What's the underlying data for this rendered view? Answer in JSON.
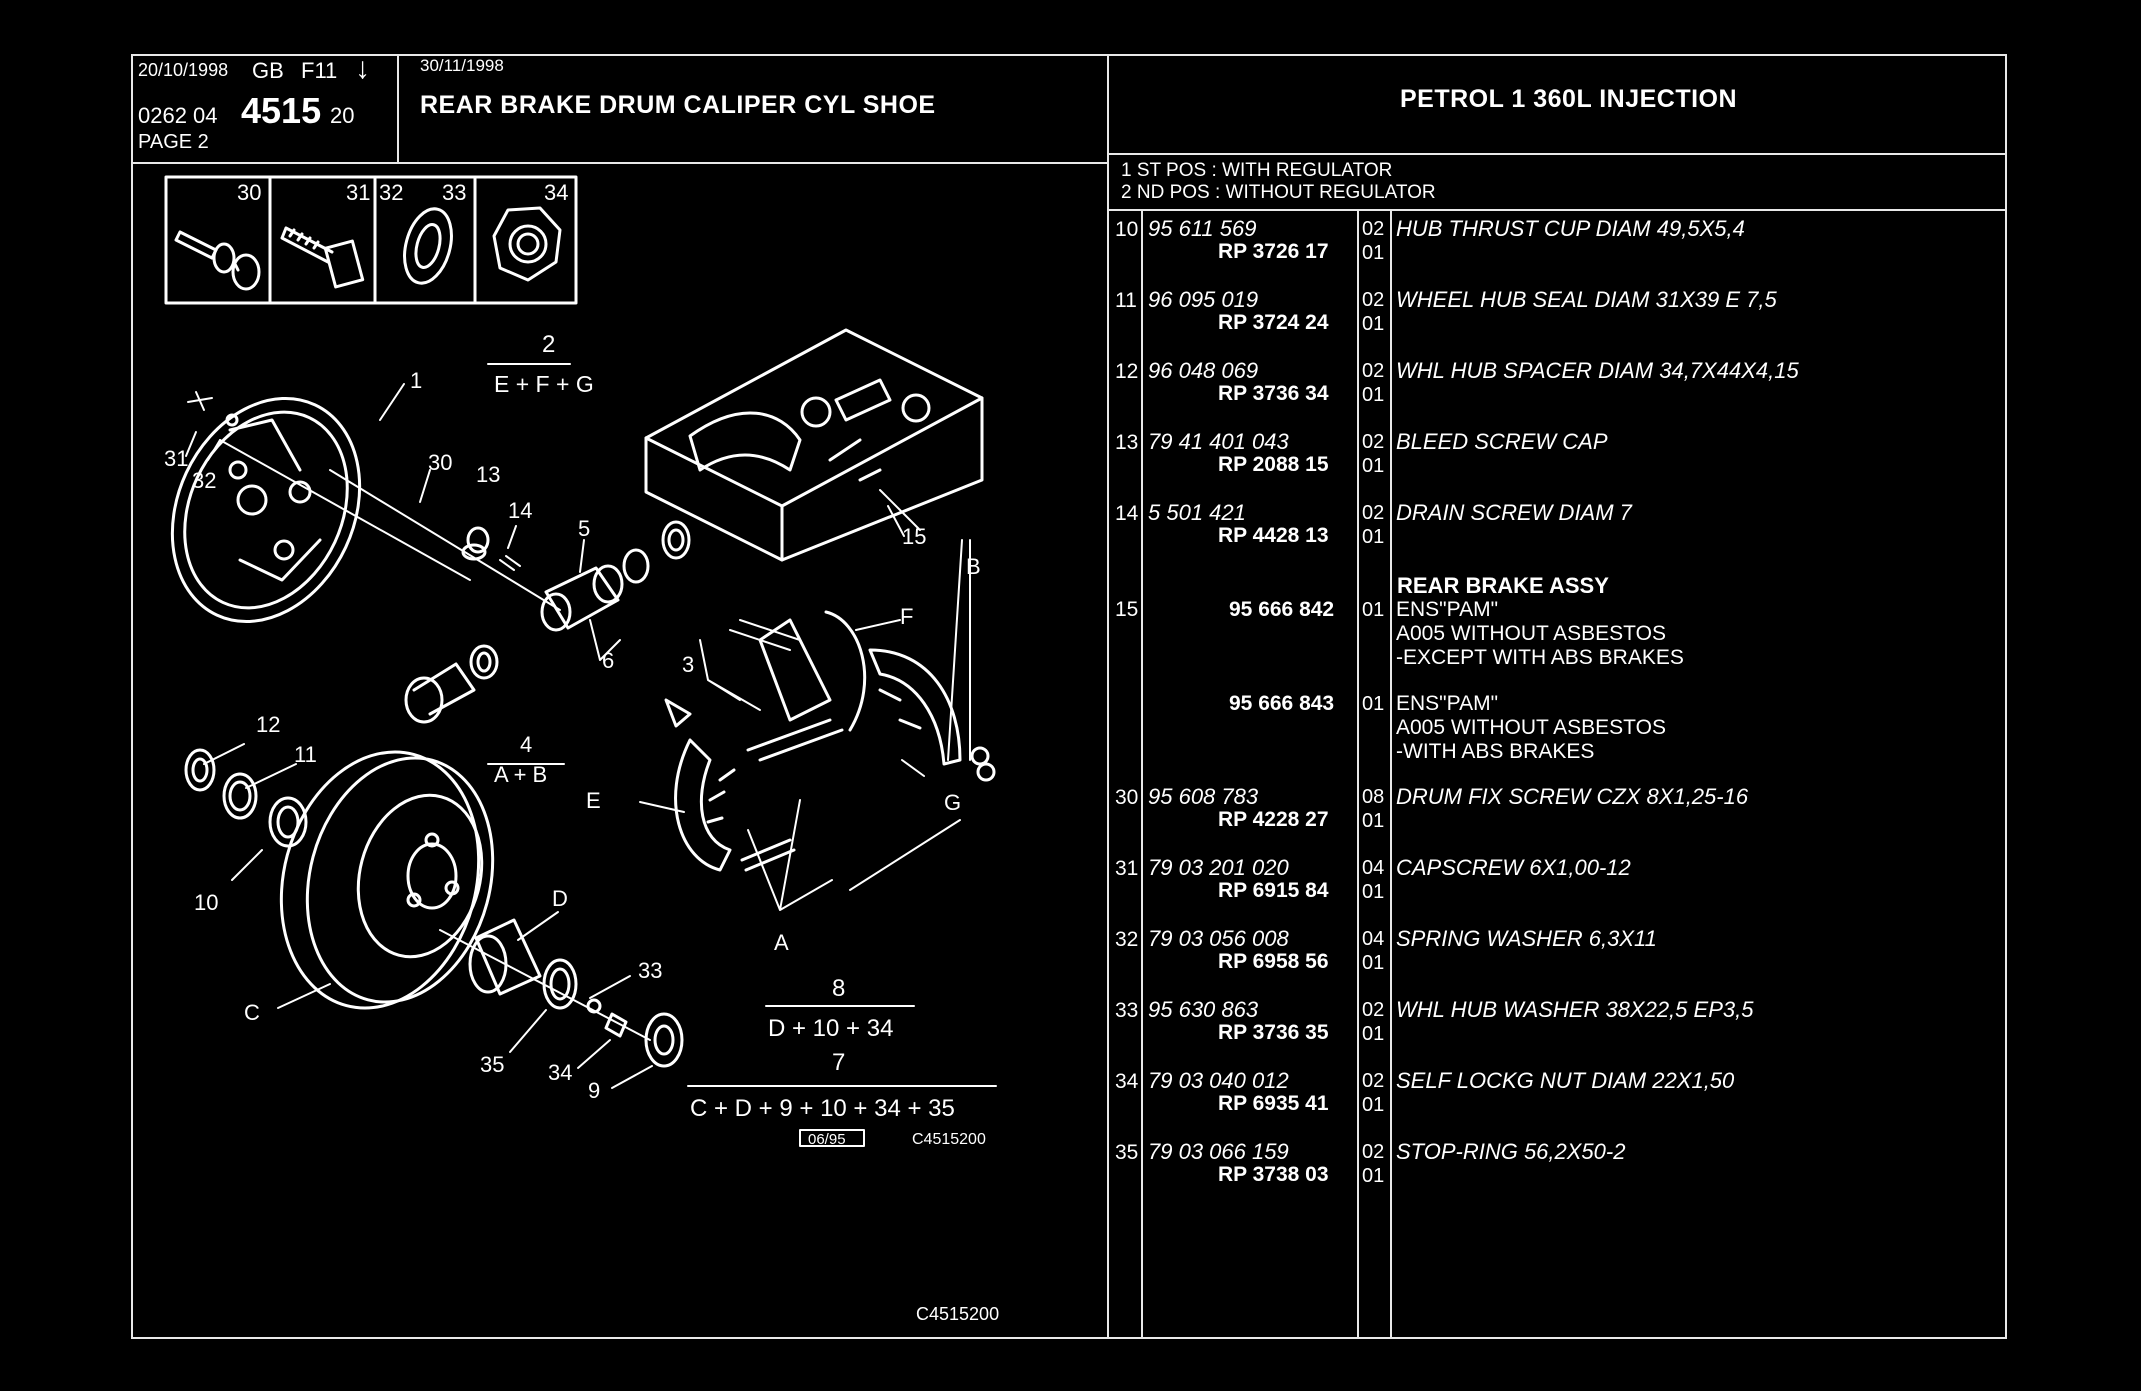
{
  "header": {
    "date1": "20/10/1998",
    "lang_code": "GB",
    "f_code": "F11",
    "arrow": "↓",
    "ref_left": "0262  04",
    "ref_big": "4515",
    "ref_right": "20",
    "page": "PAGE  2",
    "date2": "30/11/1998",
    "title": "REAR BRAKE DRUM CALIPER CYL SHOE",
    "engine": "PETROL 1 360L INJECTION"
  },
  "positions": [
    "1 ST POS : WITH REGULATOR",
    "2 ND POS : WITHOUT REGULATOR"
  ],
  "parts": [
    {
      "num": "10",
      "ref": "95 611 569",
      "rp": "RP  3726 17",
      "q1": "02",
      "q2": "01",
      "desc": "HUB THRUST CUP DIAM 49,5X5,4"
    },
    {
      "num": "11",
      "ref": "96 095 019",
      "rp": "RP  3724 24",
      "q1": "02",
      "q2": "01",
      "desc": "WHEEL HUB SEAL DIAM 31X39 E 7,5"
    },
    {
      "num": "12",
      "ref": "96 048 069",
      "rp": "RP  3736 34",
      "q1": "02",
      "q2": "01",
      "desc": "WHL HUB SPACER DIAM 34,7X44X4,15"
    },
    {
      "num": "13",
      "ref": "79 41 401 043",
      "rp": "RP  2088 15",
      "q1": "02",
      "q2": "01",
      "desc": "BLEED SCREW CAP"
    },
    {
      "num": "14",
      "ref": "5 501 421",
      "rp": "RP  4428 13",
      "q1": "02",
      "q2": "01",
      "desc": "DRAIN SCREW DIAM 7"
    }
  ],
  "assy": {
    "title": "REAR BRAKE ASSY",
    "num": "15",
    "items": [
      {
        "ref": "95 666 842",
        "qty": "01",
        "lines": [
          "ENS\"PAM\"",
          "A005 WITHOUT ASBESTOS",
          "-EXCEPT  WITH ABS BRAKES"
        ]
      },
      {
        "ref": "95 666 843",
        "qty": "01",
        "lines": [
          "ENS\"PAM\"",
          "A005 WITHOUT ASBESTOS",
          "-WITH ABS BRAKES"
        ]
      }
    ]
  },
  "parts2": [
    {
      "num": "30",
      "ref": "95 608 783",
      "rp": "RP  4228 27",
      "q1": "08",
      "q2": "01",
      "desc": "DRUM FIX SCREW CZX 8X1,25-16"
    },
    {
      "num": "31",
      "ref": "79 03 201 020",
      "rp": "RP  6915 84",
      "q1": "04",
      "q2": "01",
      "desc": "CAPSCREW 6X1,00-12"
    },
    {
      "num": "32",
      "ref": "79 03 056 008",
      "rp": "RP  6958 56",
      "q1": "04",
      "q2": "01",
      "desc": "SPRING WASHER 6,3X11"
    },
    {
      "num": "33",
      "ref": "95 630 863",
      "rp": "RP  3736 35",
      "q1": "02",
      "q2": "01",
      "desc": "WHL HUB WASHER 38X22,5 EP3,5"
    },
    {
      "num": "34",
      "ref": "79 03 040 012",
      "rp": "RP  6935 41",
      "q1": "02",
      "q2": "01",
      "desc": "SELF LOCKG NUT DIAM 22X1,50"
    },
    {
      "num": "35",
      "ref": "79 03 066 159",
      "rp": "RP  3738 03",
      "q1": "02",
      "q2": "01",
      "desc": "STOP-RING 56,2X50-2"
    }
  ],
  "diagram": {
    "box_labels": [
      "30",
      "31",
      "32",
      "33",
      "34"
    ],
    "callouts": [
      "1",
      "2",
      "3",
      "5",
      "6",
      "9",
      "10",
      "11",
      "12",
      "13",
      "14",
      "15",
      "30",
      "31",
      "32",
      "33",
      "34",
      "35",
      "A",
      "B",
      "C",
      "D",
      "E",
      "F",
      "G"
    ],
    "formula_2_num": "2",
    "formula_2_den": "E + F + G",
    "formula_4_num": "4",
    "formula_4_den": "A + B",
    "formula_8_num": "8",
    "formula_8_den": "D + 10 + 34",
    "formula_7_num": "7",
    "formula_7_den": "C + D + 9 + 10 + 34 + 35",
    "date_tag": "06/95",
    "code_small": "C4515200",
    "code_bottom": "C4515200"
  }
}
